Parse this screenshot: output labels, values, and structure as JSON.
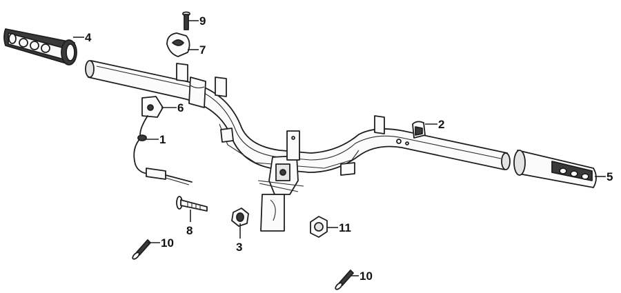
{
  "callouts": [
    {
      "id": "1",
      "label": "1"
    },
    {
      "id": "2",
      "label": "2"
    },
    {
      "id": "3",
      "label": "3"
    },
    {
      "id": "4",
      "label": "4"
    },
    {
      "id": "5",
      "label": "5"
    },
    {
      "id": "6",
      "label": "6"
    },
    {
      "id": "7",
      "label": "7"
    },
    {
      "id": "8",
      "label": "8"
    },
    {
      "id": "9",
      "label": "9"
    },
    {
      "id": "10a",
      "label": "10"
    },
    {
      "id": "10b",
      "label": "10"
    },
    {
      "id": "11",
      "label": "11"
    }
  ],
  "colors": {
    "ink": "#1e1e1e",
    "background": "#ffffff"
  }
}
